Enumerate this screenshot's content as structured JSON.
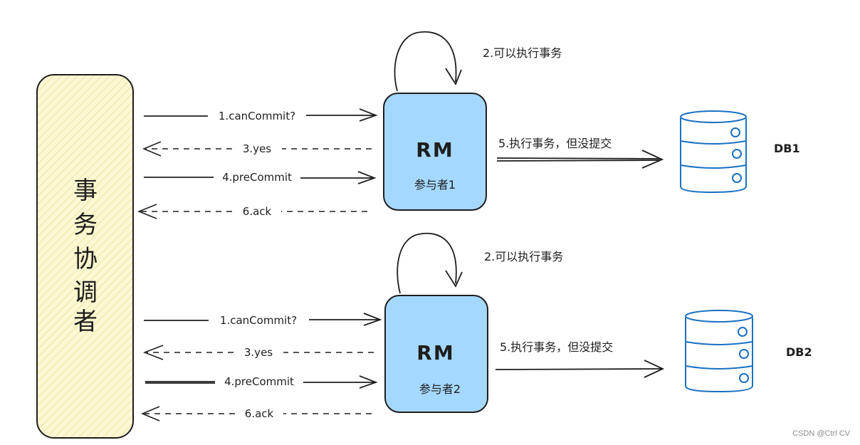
{
  "coordinator": {
    "label_chars": [
      "事",
      "务",
      "协",
      "调",
      "者"
    ]
  },
  "participants": [
    {
      "rm_label": "RM",
      "participant_label": "参与者1",
      "self_loop_label": "2.可以执行事务",
      "messages": [
        "1.canCommit?",
        "3.yes",
        "4.preCommit",
        "6.ack"
      ],
      "db_action_label": "5.执行事务，但没提交",
      "db_name": "DB1"
    },
    {
      "rm_label": "RM",
      "participant_label": "参与者2",
      "self_loop_label": "2.可以执行事务",
      "messages": [
        "1.canCommit?",
        "3.yes",
        "4.preCommit",
        "6.ack"
      ],
      "db_action_label": "5.执行事务，但没提交",
      "db_name": "DB2"
    }
  ],
  "watermark": "CSDN @Ctrl CV",
  "colors": {
    "coordinator_fill": "#fcf8d4",
    "coordinator_hatch": "#e8dc8a",
    "rm_fill": "#a5d8ff",
    "db_stroke": "#1971c2",
    "stroke": "#1e1e1e"
  }
}
